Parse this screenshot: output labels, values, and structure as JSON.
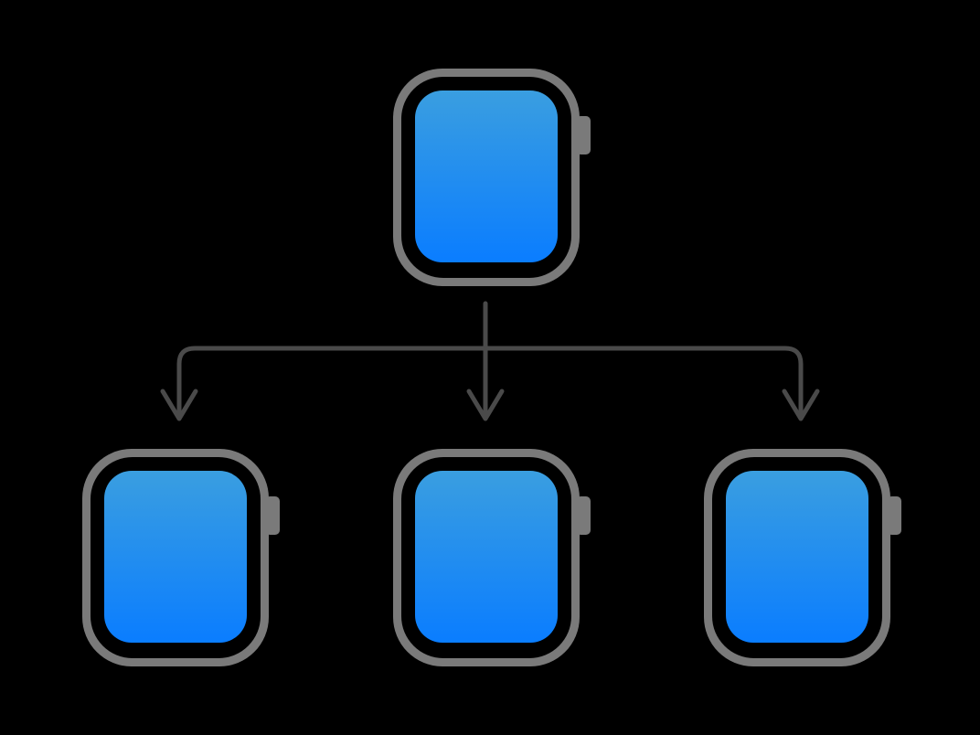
{
  "diagram": {
    "type": "hierarchy",
    "root": {
      "icon": "apple-watch-icon",
      "screen": "blank"
    },
    "children": [
      {
        "icon": "apple-watch-icon",
        "screen": "blank"
      },
      {
        "icon": "apple-watch-icon",
        "screen": "blank"
      },
      {
        "icon": "apple-watch-icon",
        "screen": "blank"
      }
    ],
    "connector": "arrow-down-icon"
  },
  "colors": {
    "background": "#000000",
    "watch_frame": "#7a7a7a",
    "connector": "#4a4a4a",
    "screen_top": "#3a9ee0",
    "screen_bottom": "#0a7dff"
  }
}
